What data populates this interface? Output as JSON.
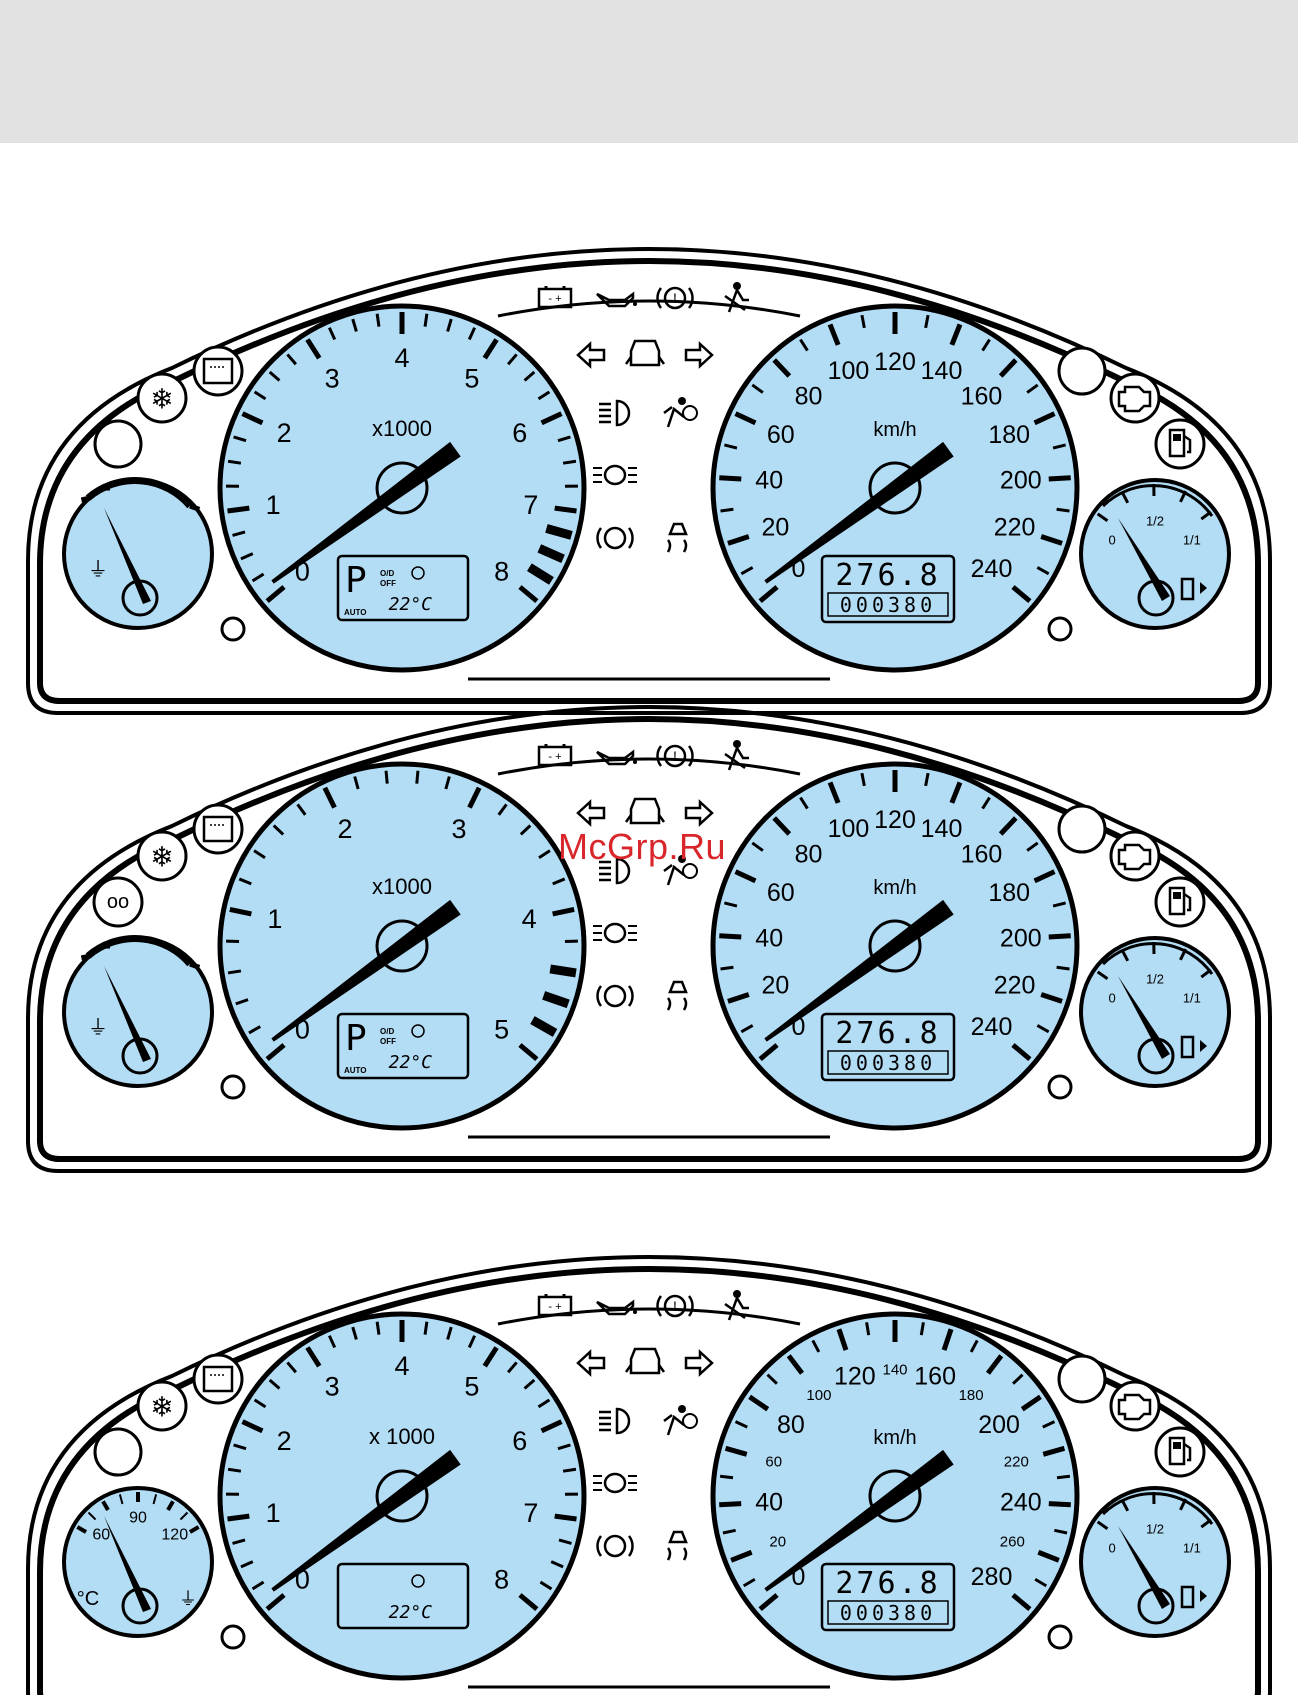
{
  "colors": {
    "dial_fill": "#b3dcf5",
    "ink": "#000000",
    "band": "#e2e2e2",
    "watermark": "#d9262a"
  },
  "watermark": "McGrp.Ru",
  "clusters": [
    {
      "id": "cluster-1",
      "tach": {
        "unit": "x1000",
        "labels": [
          "0",
          "1",
          "2",
          "3",
          "4",
          "5",
          "6",
          "7",
          "8"
        ],
        "max": 8,
        "redline_from": 7
      },
      "speedo": {
        "unit": "km/h",
        "labels": [
          "0",
          "20",
          "40",
          "60",
          "80",
          "100",
          "120",
          "140",
          "160",
          "180",
          "200",
          "220",
          "240"
        ]
      },
      "lcd_left": {
        "gear": "P",
        "od_line1": "O/D",
        "od_line2": "OFF",
        "auto": "AUTO",
        "temp": "22°C"
      },
      "lcd_right": {
        "trip": "276.8",
        "odo": "000380"
      },
      "temp_gauge": {
        "type": "bars"
      },
      "fuel_gauge": {
        "labels": [
          "0",
          "1/2",
          "1/1"
        ]
      },
      "left_icons": [
        "door-open-icon",
        "defrost-icon",
        "blank-light"
      ],
      "right_icons": [
        "blank-light",
        "check-engine-icon",
        "fuel-pump-icon"
      ]
    },
    {
      "id": "cluster-2",
      "tach": {
        "unit": "x1000",
        "labels": [
          "0",
          "1",
          "2",
          "3",
          "4",
          "5"
        ],
        "max": 5,
        "redline_from": 4.4
      },
      "speedo": {
        "unit": "km/h",
        "labels": [
          "0",
          "20",
          "40",
          "60",
          "80",
          "100",
          "120",
          "140",
          "160",
          "180",
          "200",
          "220",
          "240"
        ]
      },
      "lcd_left": {
        "gear": "P",
        "od_line1": "O/D",
        "od_line2": "OFF",
        "auto": "AUTO",
        "temp": "22°C"
      },
      "lcd_right": {
        "trip": "276.8",
        "odo": "000380"
      },
      "temp_gauge": {
        "type": "bars"
      },
      "fuel_gauge": {
        "labels": [
          "0",
          "1/2",
          "1/1"
        ]
      },
      "left_icons": [
        "door-open-icon",
        "defrost-icon",
        "glow-plug-icon"
      ],
      "right_icons": [
        "blank-light",
        "check-engine-icon",
        "fuel-pump-icon"
      ]
    },
    {
      "id": "cluster-3",
      "tach": {
        "unit": "x 1000",
        "labels": [
          "0",
          "1",
          "2",
          "3",
          "4",
          "5",
          "6",
          "7",
          "8"
        ],
        "max": 8,
        "redline_from": 8
      },
      "speedo": {
        "unit": "km/h",
        "labels": [
          "0",
          "20",
          "40",
          "60",
          "80",
          "100",
          "120",
          "140",
          "160",
          "180",
          "200",
          "220",
          "240",
          "260",
          "280"
        ],
        "big": [
          "0",
          "40",
          "80",
          "120",
          "160",
          "200",
          "240",
          "280"
        ]
      },
      "lcd_left": {
        "gear": "",
        "od_line1": "",
        "od_line2": "",
        "auto": "",
        "temp": "22°C"
      },
      "lcd_right": {
        "trip": "276.8",
        "odo": "000380"
      },
      "temp_gauge": {
        "type": "scale",
        "labels": [
          "60",
          "90",
          "120"
        ],
        "unit": "°C"
      },
      "fuel_gauge": {
        "labels": [
          "0",
          "1/2",
          "1/1"
        ]
      },
      "left_icons": [
        "door-open-icon",
        "defrost-icon",
        "blank-light"
      ],
      "right_icons": [
        "blank-light",
        "check-engine-icon",
        "fuel-pump-icon"
      ]
    }
  ],
  "warning_lights": [
    "battery-icon",
    "oil-pressure-icon",
    "brake-icon",
    "seatbelt-icon",
    "turn-left-icon",
    "door-ajar-icon",
    "turn-right-icon",
    "low-beam-icon",
    "airbag-icon",
    "fog-light-icon",
    "abs-icon",
    "traction-control-icon"
  ]
}
